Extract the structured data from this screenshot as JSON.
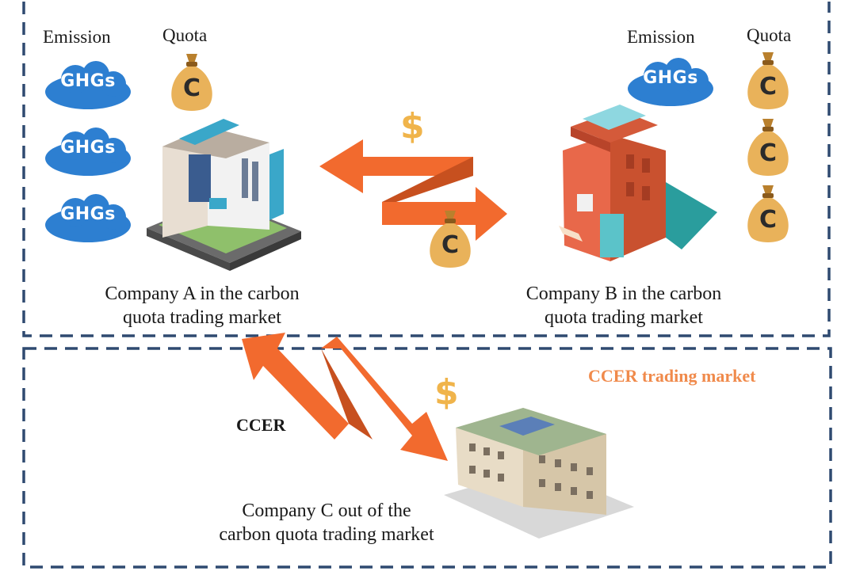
{
  "labels": {
    "emission": "Emission",
    "quota": "Quota",
    "ghgs": "GHGs",
    "coin": "C",
    "dollar": "$",
    "company_a": [
      "Company A in the carbon",
      "quota trading market"
    ],
    "company_b": [
      "Company B in the carbon",
      "quota trading market"
    ],
    "company_c": [
      "Company C out of the",
      "carbon quota trading market"
    ],
    "ccer_market": "CCER trading market",
    "ccer": "CCER"
  },
  "colors": {
    "border": "#2f4a70",
    "arrow": "#f26a2e",
    "arrow_dark": "#c7501f",
    "cloud": "#2d7fd1",
    "bag": "#e9b25a",
    "bag_dark": "#b9802d",
    "dollar": "#f0b44b",
    "ccer_market": "#f08a4b"
  },
  "icons": {
    "ghg": "cloud-icon",
    "quota": "money-bag-icon",
    "company": "building-icon",
    "trade": "zigzag-arrow-icon"
  }
}
